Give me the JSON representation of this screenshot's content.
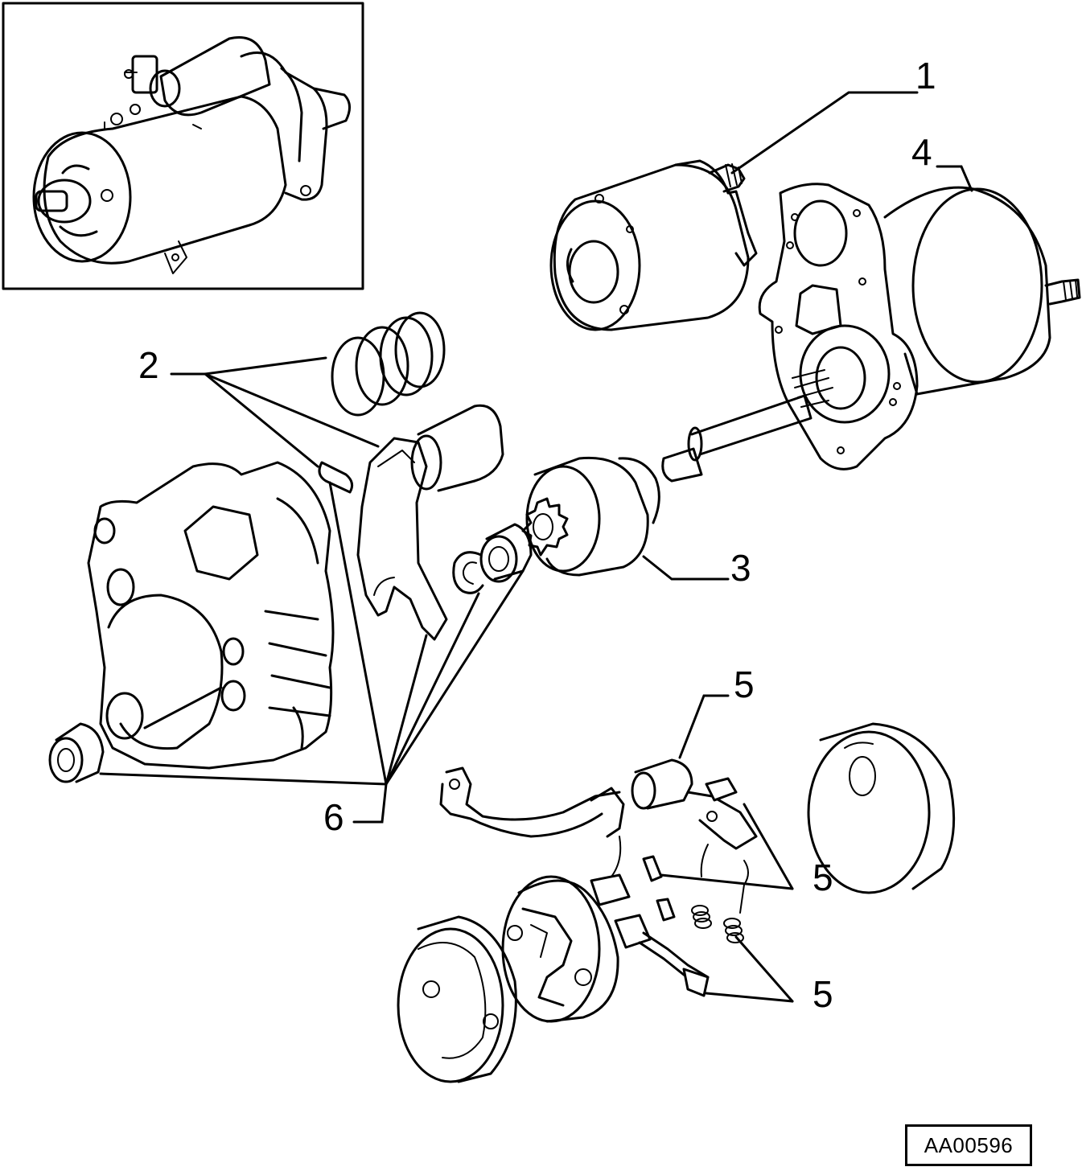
{
  "diagram": {
    "callouts": {
      "c1": "1",
      "c2": "2",
      "c3": "3",
      "c4": "4",
      "c5a": "5",
      "c5b": "5",
      "c5c": "5",
      "c6": "6"
    },
    "reference_code": "AA00596"
  }
}
